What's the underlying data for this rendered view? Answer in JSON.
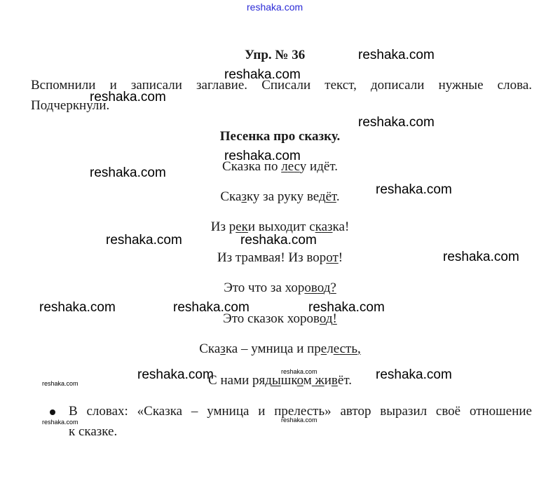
{
  "header_watermark": "reshaka.com",
  "exercise_title": "Упр. № 36",
  "intro_line1": "Вспомнили и записали заглавие. Списали текст, дописали нужные слова.",
  "intro_line2": "Подчеркнули.",
  "poem_title": "Песенка про сказку.",
  "poem": [
    "Сказка по лесу идёт.",
    "Сказку за руку ведёт.",
    "Из реки выходит сказка!",
    "Из трамвая! Из ворот!",
    "Это что за хоровод?",
    "Это сказок хоровод!",
    "Сказка – умница и прелесть,",
    "С нами рядышком живёт."
  ],
  "bullet_line1": "В словах: «Сказка – умница и прелесть» автор выразил своё отношение",
  "bullet_line2": "к сказке.",
  "watermark": "reshaka.com"
}
